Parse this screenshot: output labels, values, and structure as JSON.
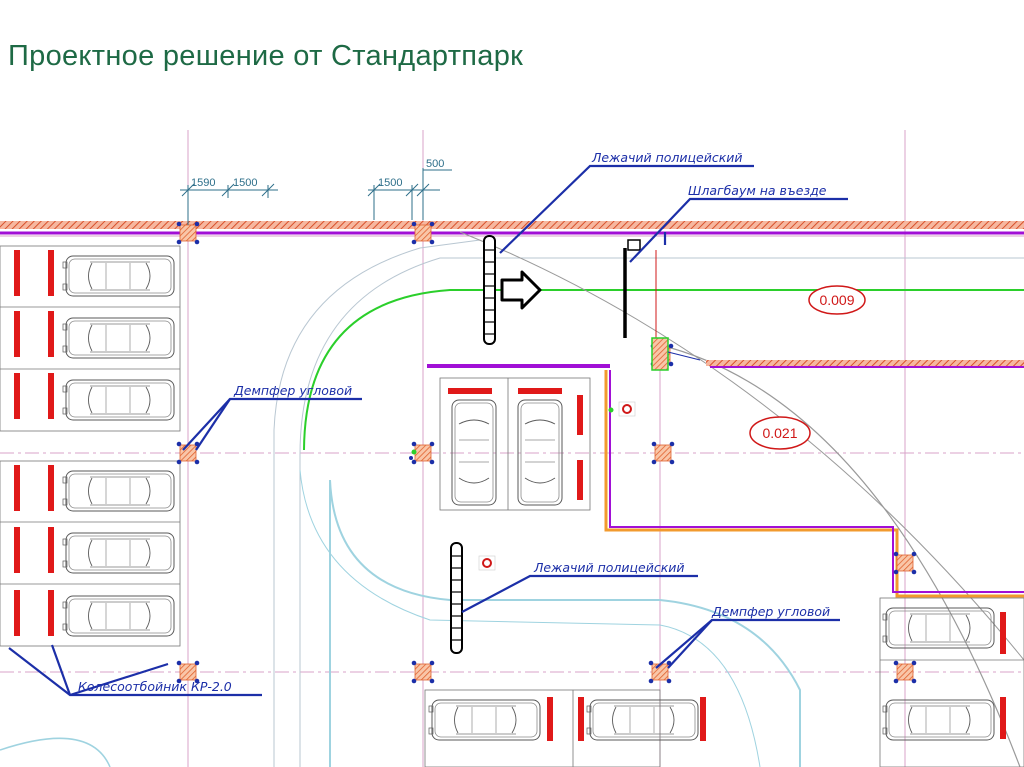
{
  "slide": {
    "title": "Проектное решение от Стандартпарк"
  },
  "plan": {
    "dimensions": {
      "dim_1590": "1590",
      "dim_1500_a": "1500",
      "dim_1500_b": "1500",
      "dim_500": "500"
    },
    "labels": {
      "speed_bump_top": "Лежачий полицейский",
      "barrier_entry": "Шлагбаум на въезде",
      "corner_damper_left": "Демпфер угловой",
      "speed_bump_bottom": "Лежачий полицейский",
      "corner_damper_right": "Демпфер угловой",
      "wheel_stop": "Колесоотбойник КР-2.0"
    },
    "slopes": {
      "slope_top": "0.009",
      "slope_mid": "0.021"
    },
    "colors": {
      "wall_hatch": "#e9734f",
      "curb_purple": "#a10fd6",
      "wheel_stop_red": "#e01919",
      "leader_blue": "#1c2fa8",
      "driveway_green": "#2bcf2b",
      "outline_orange": "#f29a2e",
      "title_green": "#1e6a45"
    }
  }
}
